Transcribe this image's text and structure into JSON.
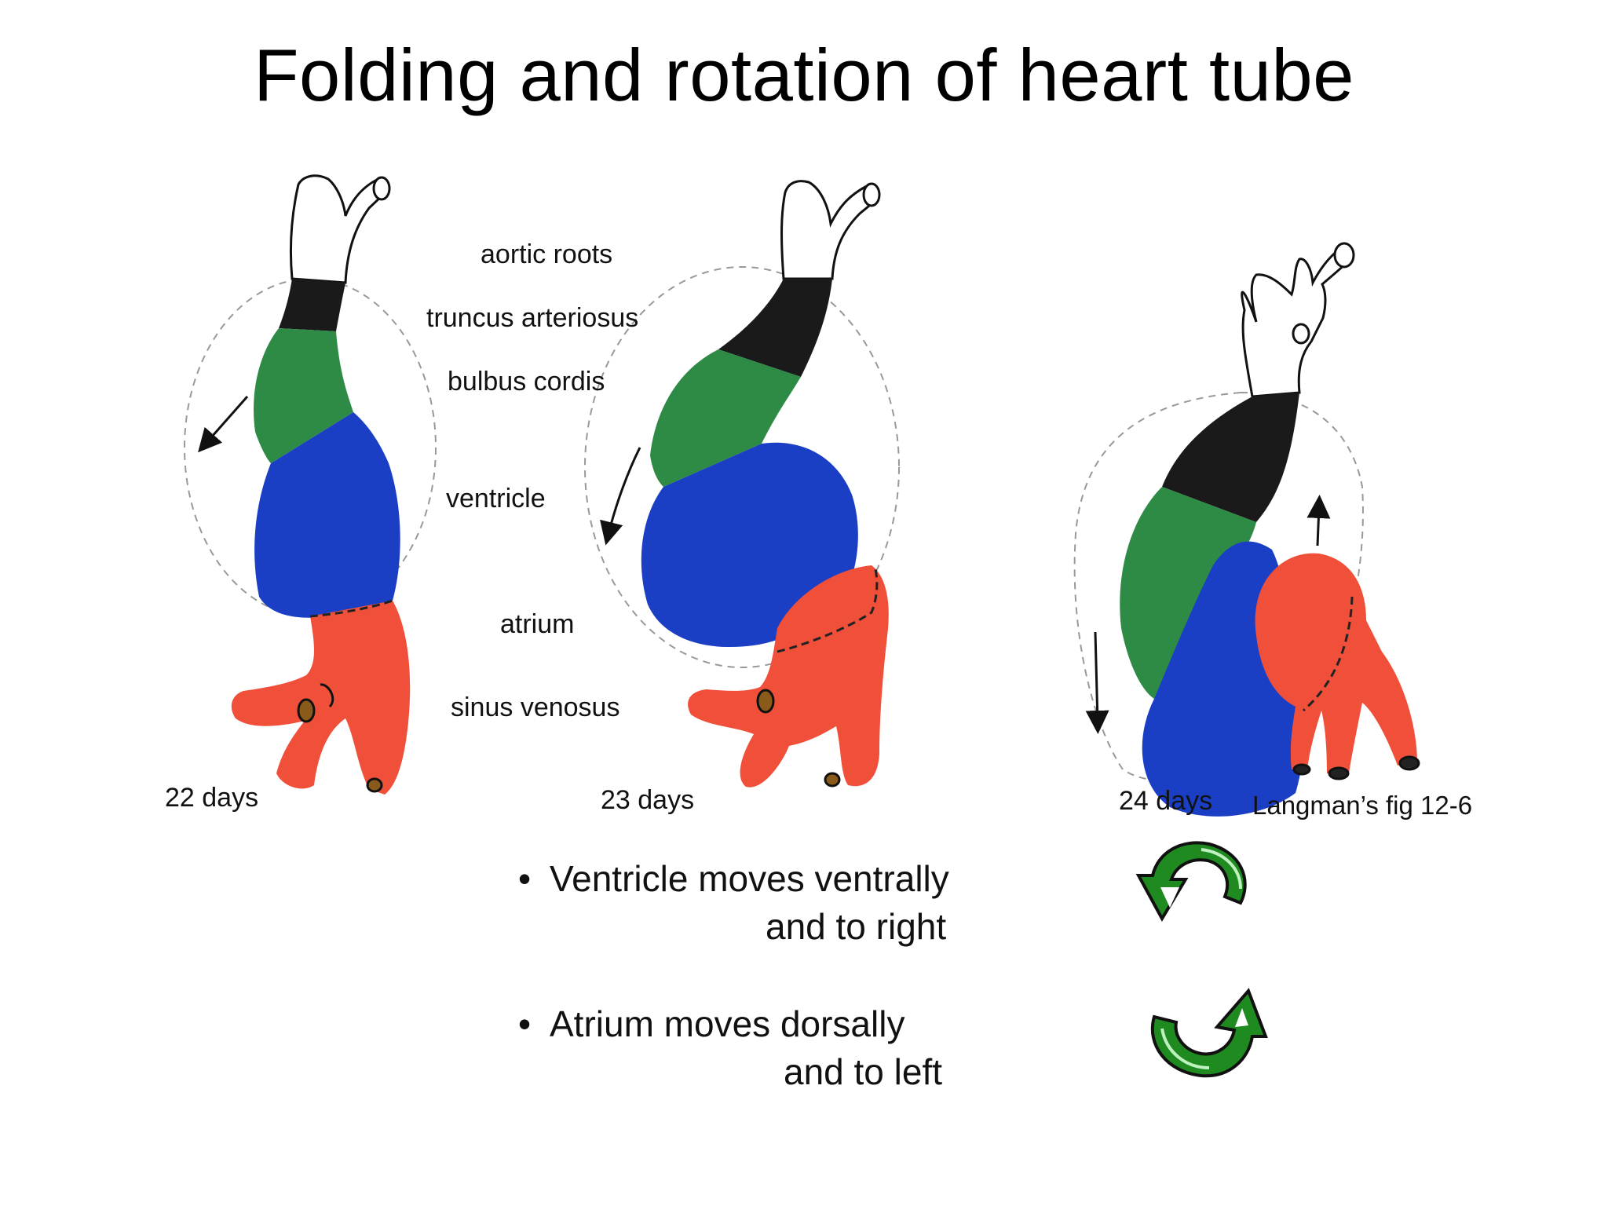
{
  "title": "Folding and rotation of heart tube",
  "labels": {
    "aortic_roots": "aortic roots",
    "truncus_arteriosus": "truncus arteriosus",
    "bulbus_cordis": "bulbus cordis",
    "ventricle": "ventricle",
    "atrium": "atrium",
    "sinus_venosus": "sinus venosus"
  },
  "stages": {
    "day22": "22 days",
    "day23": "23 days",
    "day24": "24 days"
  },
  "source": "Langman’s fig 12-6",
  "bullets": [
    {
      "line1": "Ventricle moves ventrally",
      "line2": "and to right",
      "icon": "counterclockwise-rotation-arrow-icon"
    },
    {
      "line1": "Atrium moves dorsally",
      "line2": "and to left",
      "icon": "clockwise-rotation-arrow-icon"
    }
  ],
  "colors": {
    "aortic_roots": "#ffffff",
    "truncus_arteriosus": "#1a1a1a",
    "bulbus_cordis": "#2e8b45",
    "ventricle": "#1a3fc4",
    "atrium": "#f0503a",
    "arrow": "#1f8a1f"
  }
}
